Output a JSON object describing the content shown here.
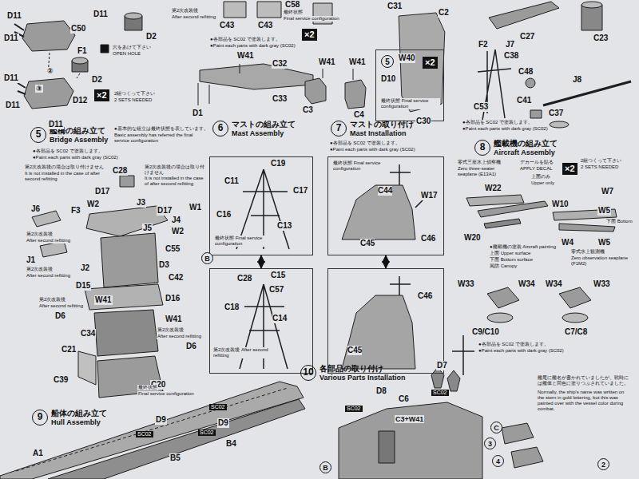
{
  "diagram": {
    "nodes": [
      {
        "text": [
          "×2"
        ]
      },
      {
        "text": [
          "×2"
        ]
      },
      {
        "text": [
          "5",
          "W40",
          "D10",
          "最終状態 Final service configuration"
        ]
      },
      {
        "text": [
          "×2"
        ],
        "in": 2
      },
      {
        "text": [
          "5",
          "艦橋の組み立て",
          "Bridge Assembly"
        ]
      },
      {
        "text": [
          "6",
          "マストの組み立て",
          "Mast Assembly"
        ]
      },
      {
        "text": [
          "C19",
          "C11",
          "C17",
          "C16",
          "C13",
          "最終状態 Final service configuration"
        ]
      },
      {
        "text": [
          "C28",
          "C15",
          "C57",
          "C18",
          "C14",
          "第2次改装後 After second refitting"
        ]
      },
      {
        "text": [
          "7",
          "マストの取り付け",
          "Mast Installation"
        ]
      },
      {
        "text": [
          "最終状態 Final service configuration",
          "C44",
          "W17",
          "C45",
          "C46"
        ]
      },
      {
        "text": [
          "C46",
          "C45"
        ]
      },
      {
        "text": [
          "8",
          "艦載機の組み立て",
          "Aircraft Assembly"
        ]
      },
      {
        "text": [
          "×2"
        ]
      },
      {
        "text": [
          "9",
          "船体の組み立て",
          "Hull Assembly"
        ]
      },
      {
        "text": [
          "10",
          "各部品の取り付け",
          "Various Parts Installation"
        ]
      }
    ],
    "edges": [
      {
        "from": 6,
        "to": 7,
        "arrow": "both"
      },
      {
        "from": 9,
        "to": 10,
        "arrow": "both"
      }
    ],
    "labels": [
      "D11",
      "D11",
      "C50",
      "D2",
      "D11",
      "F1",
      "穴をあけて下さい",
      "OPEN HOLE",
      "②",
      "D11",
      "D2",
      "③",
      "D12",
      "D11",
      "D11",
      "2組つくって下さい",
      "2 SETS NEEDED",
      "第2次改装後",
      "After second refitting",
      "C43",
      "C43",
      "C58",
      "最終状態",
      "Final service configuration",
      "●各部品を SC02 で塗装します。",
      "●Paint each parts with dark gray (SC02)",
      "W41",
      "C32",
      "C33",
      "D1",
      "W41",
      "W41",
      "C3",
      "C4",
      "C31",
      "C2",
      "C30",
      "C27",
      "C23",
      "F2",
      "J7",
      "C38",
      "J8",
      "C48",
      "C41",
      "C37",
      "C53",
      "●各部品を SC02 で塗装します。",
      "●Paint each parts with dark gray (SC02)",
      "●基本的な組立は最終状態を表しています。",
      "Basic assembly has referred the final service configuration",
      "●各部品を SC02 で塗装します。",
      "●Paint each parts with dark gray (SC02)",
      "第2次改装後の場合は取り付けません",
      "It is not installed in the case of after second refitting",
      "C28",
      "第2次改装後の場合は取り付けません",
      "It is not installed in the case of after second refitting",
      "W1",
      "D17",
      "J3",
      "W2",
      "D17",
      "J4",
      "W2",
      "J6",
      "F3",
      "J5",
      "第2次改装後",
      "After second refitting",
      "J1",
      "第2次改装後",
      "After second refitting",
      "J2",
      "C55",
      "D3",
      "D15",
      "C42",
      "第2次改装後",
      "After second refitting",
      "D6",
      "W41",
      "D16",
      "W41",
      "C34",
      "第2次改装後",
      "After second refitting",
      "D6",
      "C21",
      "B",
      "C39",
      "C20",
      "●各部品を SC02 で塗装します。",
      "●Paint each parts with dark gray (SC02)",
      "零式三座水上偵察機",
      "Zero three-seater seaplane (E13A1)",
      "デカールを貼る",
      "APPLY DECAL",
      "上面のみ",
      "Upper only",
      "2組つくって下さい",
      "2 SETS NEEDED",
      "W22",
      "W7",
      "W10",
      "W5",
      "下面 Bottom",
      "W20",
      "W4",
      "W5",
      "●艦載機の塗装 Aircraft painting",
      "上面 Upper surface",
      "下面 Bottom surface",
      "風防 Canopy",
      "零式水上観測機",
      "Zero observation seaplane (F1M2)",
      "W33",
      "W34",
      "W34",
      "W33",
      "C9/C10",
      "C7/C8",
      "●各部品を SC02 で塗装します。",
      "●Paint each parts with dark gray (SC02)",
      "最終状態",
      "Final service configuration",
      "SC02",
      "D9",
      "D9",
      "SC02",
      "SC02",
      "B4",
      "A1",
      "B5",
      "D7",
      "D8",
      "SC02",
      "C6",
      "SC02",
      "C3+W41",
      "艦尾に艦名が書かれていましたが、戦時には艦体と同色に塗りつぶされていました。",
      "Normally, the ship's name was written on the stern in gold lettering, but this was painted over with the vessel color during combat.",
      "B",
      "C",
      "3",
      "4",
      "2"
    ]
  }
}
